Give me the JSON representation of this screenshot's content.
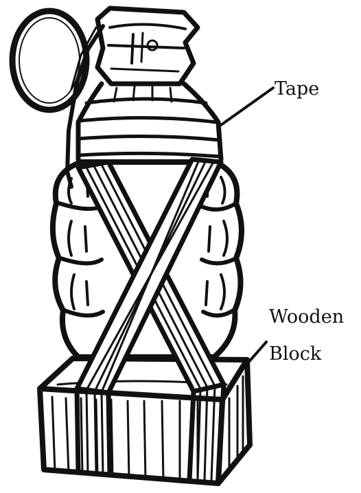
{
  "labels": {
    "tape": "Tape",
    "wooden_block_line1": "Wooden",
    "wooden_block_line2": "Block"
  },
  "colors": {
    "ink": "#111111",
    "paper": "#ffffff"
  }
}
